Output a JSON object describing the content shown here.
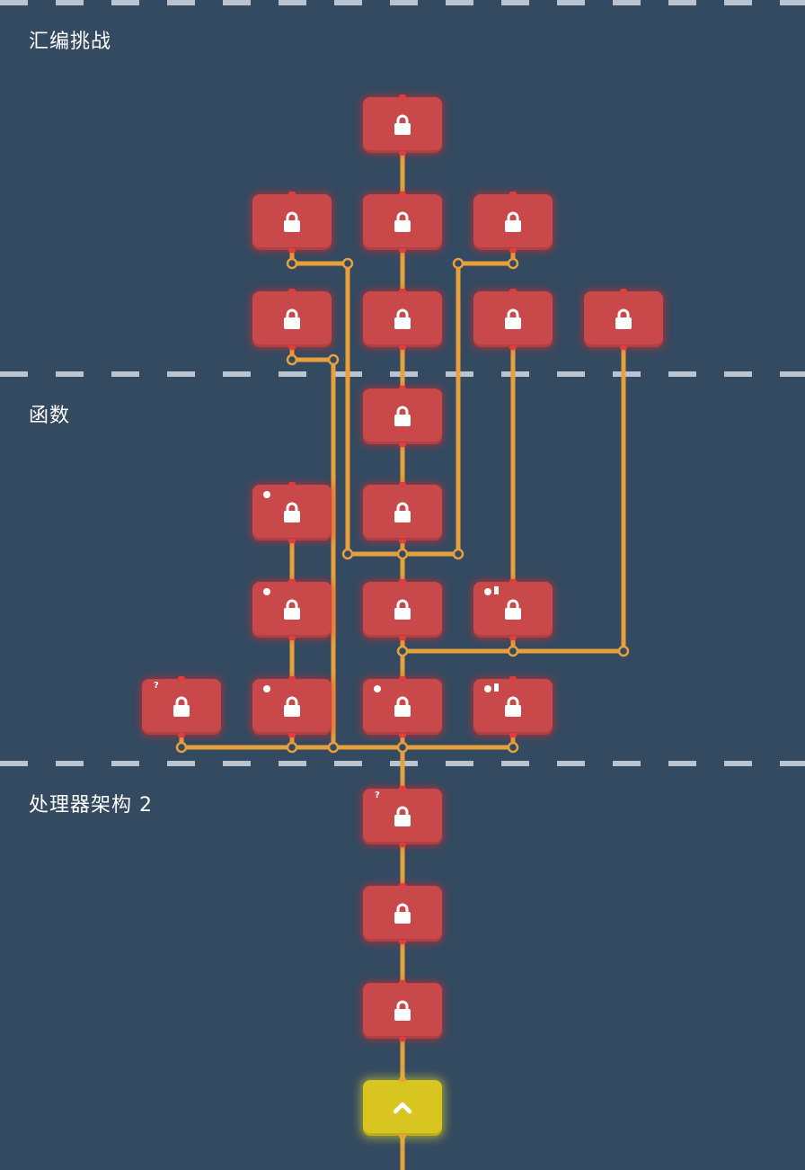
{
  "sections": [
    {
      "id": "s1",
      "label": "汇编挑战"
    },
    {
      "id": "s2",
      "label": "函数"
    },
    {
      "id": "s3",
      "label": "处理器架构 2"
    }
  ],
  "colors": {
    "background": "#344a61",
    "node_locked": "#c9494b",
    "node_current": "#d8c51f",
    "wire": "#e8a03c",
    "divider": "#c8d2dc"
  },
  "levels": [
    {
      "id": "a1",
      "state": "locked",
      "icon": "lock-icon",
      "badges": []
    },
    {
      "id": "a2",
      "state": "locked",
      "icon": "lock-icon",
      "badges": []
    },
    {
      "id": "a3",
      "state": "locked",
      "icon": "lock-icon",
      "badges": []
    },
    {
      "id": "a4",
      "state": "locked",
      "icon": "lock-icon",
      "badges": []
    },
    {
      "id": "a5",
      "state": "locked",
      "icon": "lock-icon",
      "badges": []
    },
    {
      "id": "a6",
      "state": "locked",
      "icon": "lock-icon",
      "badges": []
    },
    {
      "id": "a7",
      "state": "locked",
      "icon": "lock-icon",
      "badges": []
    },
    {
      "id": "a8",
      "state": "locked",
      "icon": "lock-icon",
      "badges": []
    },
    {
      "id": "f1",
      "state": "locked",
      "icon": "lock-icon",
      "badges": []
    },
    {
      "id": "f2",
      "state": "locked",
      "icon": "lock-icon",
      "badges": [
        "dot"
      ]
    },
    {
      "id": "f3",
      "state": "locked",
      "icon": "lock-icon",
      "badges": []
    },
    {
      "id": "f4",
      "state": "locked",
      "icon": "lock-icon",
      "badges": [
        "dot"
      ]
    },
    {
      "id": "f5",
      "state": "locked",
      "icon": "lock-icon",
      "badges": []
    },
    {
      "id": "f6",
      "state": "locked",
      "icon": "lock-icon",
      "badges": [
        "dot",
        "bar"
      ]
    },
    {
      "id": "f7",
      "state": "locked",
      "icon": "lock-icon",
      "badges": [
        "question"
      ]
    },
    {
      "id": "f8",
      "state": "locked",
      "icon": "lock-icon",
      "badges": [
        "dot"
      ]
    },
    {
      "id": "f9",
      "state": "locked",
      "icon": "lock-icon",
      "badges": [
        "dot"
      ]
    },
    {
      "id": "f10",
      "state": "locked",
      "icon": "lock-icon",
      "badges": [
        "dot",
        "bar"
      ]
    },
    {
      "id": "p1",
      "state": "locked",
      "icon": "lock-icon",
      "badges": [
        "question"
      ]
    },
    {
      "id": "p2",
      "state": "locked",
      "icon": "lock-icon",
      "badges": []
    },
    {
      "id": "p3",
      "state": "locked",
      "icon": "lock-icon",
      "badges": []
    },
    {
      "id": "p4",
      "state": "current",
      "icon": "chevron-up-icon",
      "badges": []
    }
  ],
  "badge_text": {
    "question": "?"
  }
}
